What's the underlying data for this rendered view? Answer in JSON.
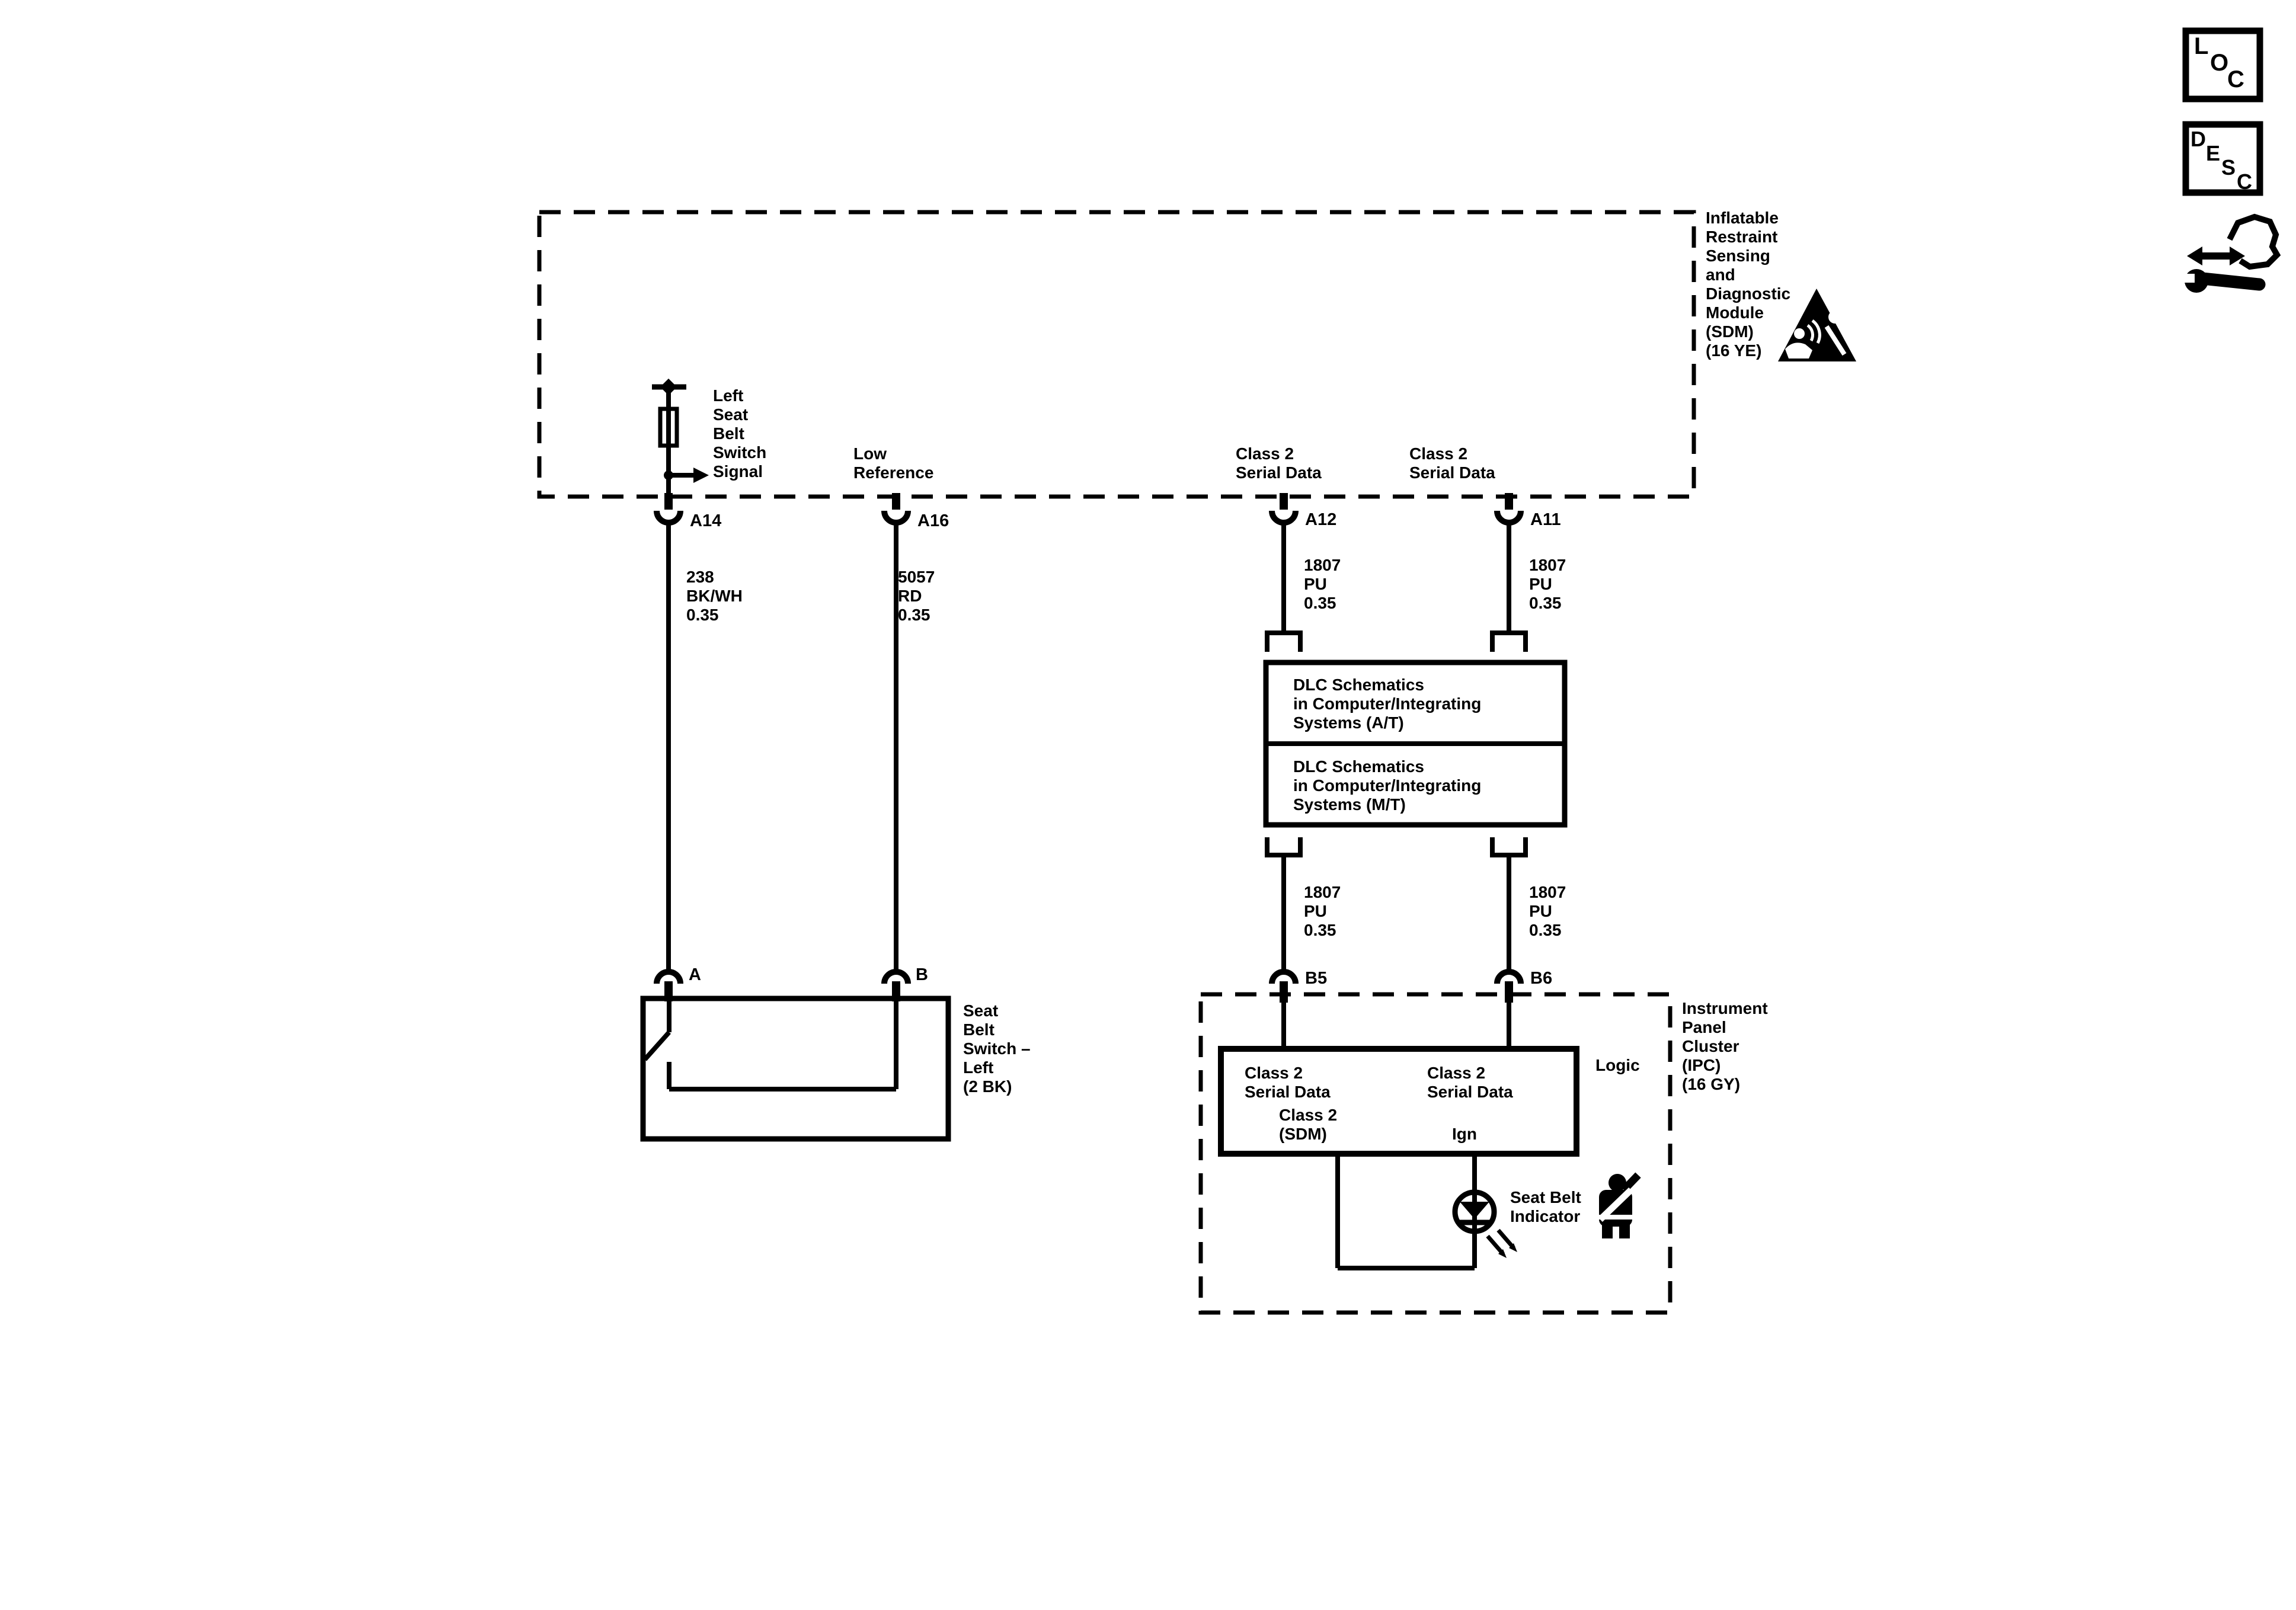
{
  "page": {
    "background": "#ffffff",
    "line_color": "#000000"
  },
  "toolbar": {
    "loc_letters": [
      "L",
      "O",
      "C"
    ],
    "desc_letters": [
      "D",
      "E",
      "S",
      "C"
    ]
  },
  "sdm": {
    "label": "Inflatable\nRestraint\nSensing\nand\nDiagnostic\nModule\n(SDM)\n(16 YE)",
    "signal_left_seat_belt": "Left\nSeat\nBelt\nSwitch\nSignal",
    "signal_low_reference": "Low\nReference",
    "signal_class2_a12": "Class 2\nSerial Data",
    "signal_class2_a11": "Class 2\nSerial Data",
    "pin_a14": "A14",
    "pin_a16": "A16",
    "pin_a12": "A12",
    "pin_a11": "A11"
  },
  "wires": {
    "w238": "238\nBK/WH\n0.35",
    "w5057": "5057\nRD\n0.35",
    "w1807_upper_left": "1807\nPU\n0.35",
    "w1807_upper_right": "1807\nPU\n0.35",
    "w1807_lower_left": "1807\nPU\n0.35",
    "w1807_lower_right": "1807\nPU\n0.35"
  },
  "dlc": {
    "at_label": "DLC Schematics\nin Computer/Integrating\nSystems (A/T)",
    "mt_label": "DLC Schematics\nin Computer/Integrating\nSystems (M/T)"
  },
  "belt_switch": {
    "label": "Seat\nBelt\nSwitch –\nLeft\n(2 BK)",
    "pin_a": "A",
    "pin_b": "B"
  },
  "ipc": {
    "label": "Instrument\nPanel\nCluster\n(IPC)\n(16 GY)",
    "pin_b5": "B5",
    "pin_b6": "B6",
    "logic": "Logic",
    "class2_left": "Class 2\nSerial Data",
    "class2_right": "Class 2\nSerial Data",
    "class2_sdm": "Class 2\n(SDM)",
    "ign": "Ign",
    "seat_belt_indicator": "Seat Belt\nIndicator"
  }
}
